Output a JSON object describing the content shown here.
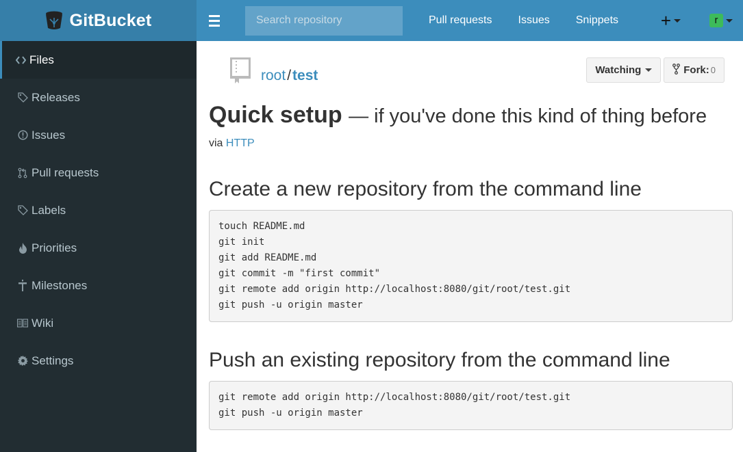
{
  "brand": {
    "name": "GitBucket",
    "logo_icon": "bucket-icon"
  },
  "navbar": {
    "menu_icon": "hamburger-icon",
    "search_placeholder": "Search repository",
    "links": [
      "Pull requests",
      "Issues",
      "Snippets"
    ],
    "plus_label": "+",
    "user_initial": "r",
    "avatar_color": "#3dbb5a"
  },
  "sidebar": {
    "items": [
      {
        "label": "Files",
        "icon": "code-icon",
        "active": true
      },
      {
        "label": "Releases",
        "icon": "tag-icon"
      },
      {
        "label": "Issues",
        "icon": "issue-icon"
      },
      {
        "label": "Pull requests",
        "icon": "pull-request-icon"
      },
      {
        "label": "Labels",
        "icon": "tag-icon"
      },
      {
        "label": "Priorities",
        "icon": "flame-icon"
      },
      {
        "label": "Milestones",
        "icon": "milestone-icon"
      },
      {
        "label": "Wiki",
        "icon": "book-icon"
      },
      {
        "label": "Settings",
        "icon": "gear-icon"
      }
    ]
  },
  "repo": {
    "owner": "root",
    "separator": "/",
    "name": "test",
    "watch_label": "Watching",
    "fork_label": "Fork:",
    "fork_count": "0"
  },
  "main": {
    "title": "Quick setup",
    "subtitle": "— if you've done this kind of thing before",
    "via_prefix": "via",
    "via_link": "HTTP",
    "sections": [
      {
        "heading": "Create a new repository from the command line",
        "code": "touch README.md\ngit init\ngit add README.md\ngit commit -m \"first commit\"\ngit remote add origin http://localhost:8080/git/root/test.git\ngit push -u origin master"
      },
      {
        "heading": "Push an existing repository from the command line",
        "code": "git remote add origin http://localhost:8080/git/root/test.git\ngit push -u origin master"
      }
    ]
  },
  "colors": {
    "header": "#3c8dbc",
    "brand_bg": "#367fa9",
    "sidebar_bg": "#222d32",
    "sidebar_active": "#1e282c",
    "link": "#3c8dbc"
  }
}
